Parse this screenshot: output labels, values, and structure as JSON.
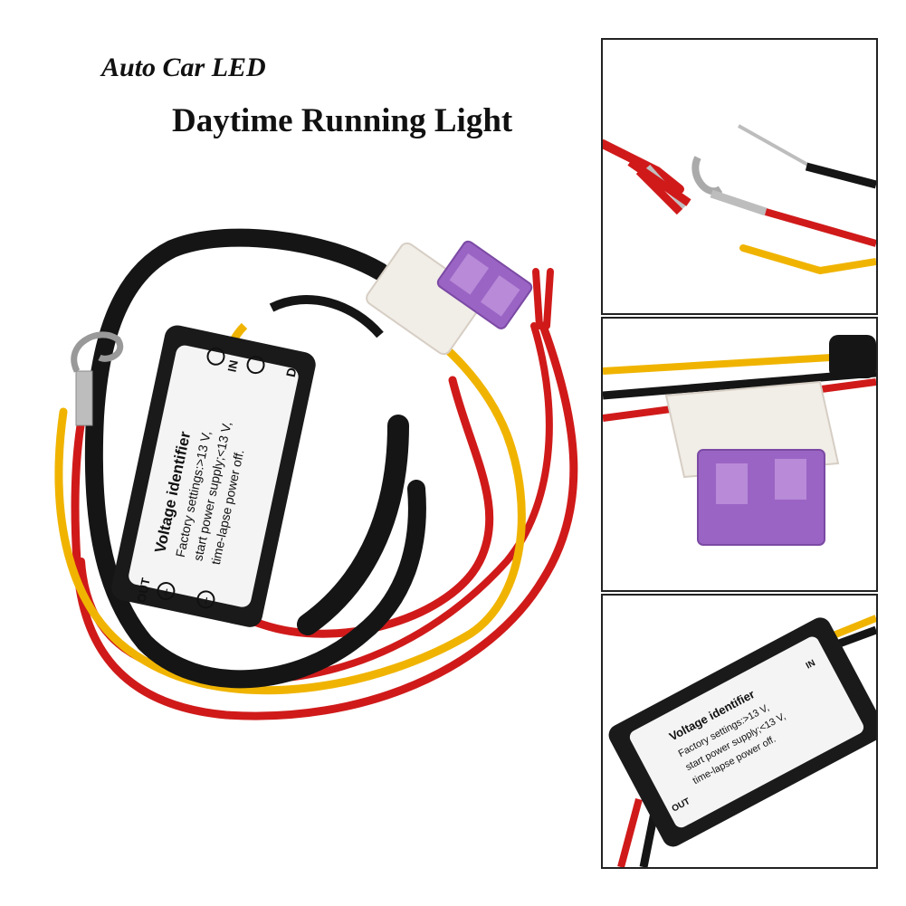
{
  "title": {
    "line1": "Auto Car LED",
    "line2": "Daytime Running Light"
  },
  "module": {
    "name": "Voltage identifier",
    "text1": "Factory settings:>13 V,",
    "text2": "start power supply;<13 V,",
    "text3": "time-lapse power off.",
    "in_label": "IN",
    "out_label": "OUT",
    "plus": "+",
    "minus": "−",
    "d_label": "D"
  },
  "colors": {
    "wire_red": "#d01a1a",
    "wire_yellow": "#f0b400",
    "wire_black": "#151515",
    "fuse_purple": "#9a64c4",
    "module_black": "#1a1a1a",
    "label_white": "#f4f4f4"
  }
}
